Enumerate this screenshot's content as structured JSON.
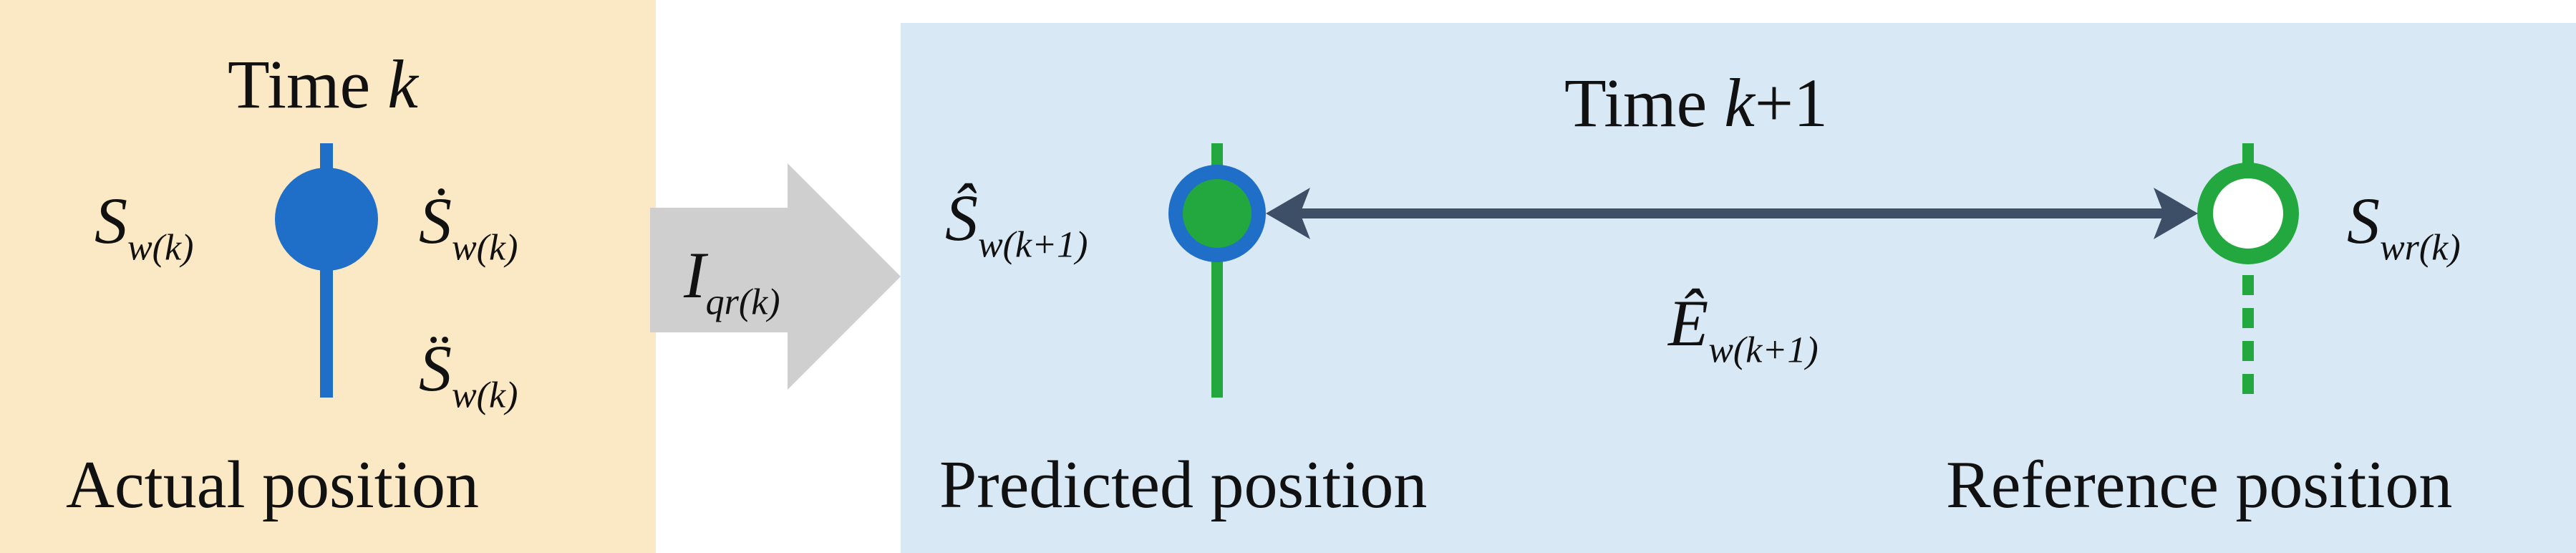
{
  "colors": {
    "left_panel_bg": "#FBE8C4",
    "right_panel_bg": "#D9E8F5",
    "blue_marker": "#1F6FC9",
    "green_marker": "#22A83E",
    "arrow_gray": "#CFCFCF",
    "double_arrow": "#3D4F66"
  },
  "left_panel": {
    "title_prefix": "Time ",
    "title_var": "k",
    "caption": "Actual position",
    "symbol_left": {
      "base": "S",
      "sub": "w(k)"
    },
    "symbol_right_top": {
      "base": "Ṡ",
      "sub": "w(k)"
    },
    "symbol_right_bottom": {
      "base": "S̈",
      "sub": "w(k)"
    }
  },
  "transition_arrow": {
    "base": "I",
    "sub": "qr(k)"
  },
  "right_panel": {
    "title_prefix": "Time ",
    "title_var": "k",
    "title_suffix": "+1",
    "predicted": {
      "base": "Ŝ",
      "sub": "w(k+1)",
      "caption": "Predicted position"
    },
    "error": {
      "base": "Ê",
      "sub": "w(k+1)"
    },
    "reference": {
      "base": "S",
      "sub": "wr(k)",
      "caption": "Reference position"
    }
  }
}
